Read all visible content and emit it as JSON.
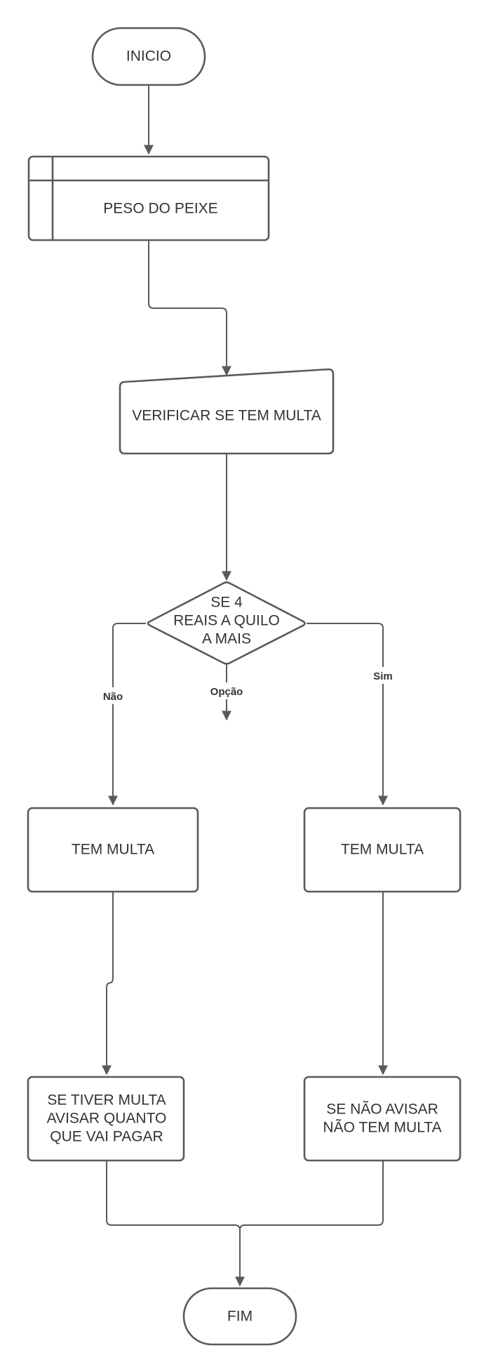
{
  "nodes": {
    "start": "INICIO",
    "fish_weight": "PESO DO PEIXE",
    "check_fine": "VERIFICAR SE TEM MULTA",
    "decision": [
      "SE 4",
      "REAIS A QUILO",
      "A MAIS"
    ],
    "fine_left": "TEM MULTA",
    "fine_right": "TEM MULTA",
    "notify_amount": [
      "SE TIVER MULTA",
      "AVISAR QUANTO",
      "QUE VAI PAGAR"
    ],
    "notify_no_fine": [
      "SE NÃO AVISAR",
      "NÃO TEM MULTA"
    ],
    "end": "FIM"
  },
  "edges": {
    "no": "Não",
    "option": "Opção",
    "yes": "Sim"
  }
}
